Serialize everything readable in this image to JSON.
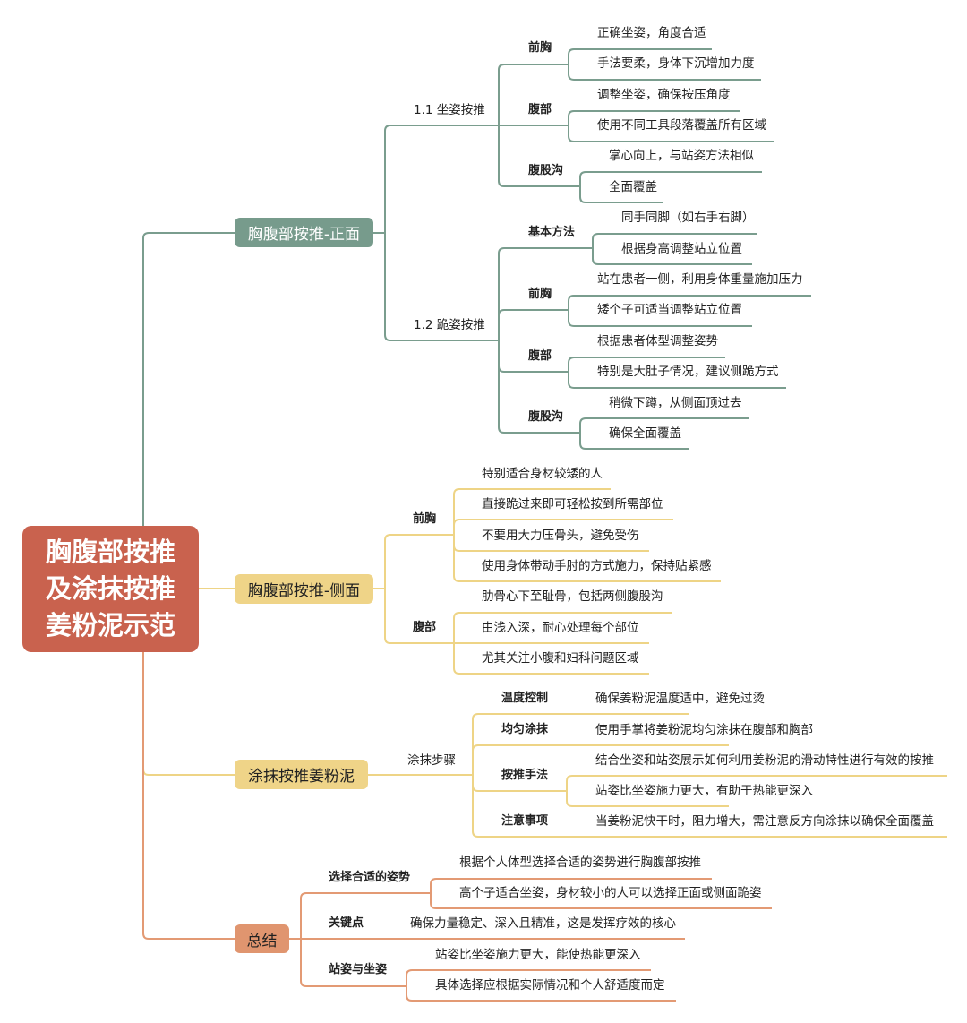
{
  "colors": {
    "root": "#C9624E",
    "green": "#779B8C",
    "yellow": "#EFD488",
    "orange": "#E0956F"
  },
  "root": {
    "lines": [
      "胸腹部按推",
      "及涂抹按推",
      "姜粉泥示范"
    ]
  },
  "branches": [
    {
      "label": "胸腹部按推-正面",
      "children": [
        {
          "label": "1.1 坐姿按推",
          "children": [
            {
              "label": "前胸",
              "items": [
                "正确坐姿，角度合适",
                "手法要柔，身体下沉增加力度"
              ]
            },
            {
              "label": "腹部",
              "items": [
                "调整坐姿，确保按压角度",
                "使用不同工具段落覆盖所有区域"
              ]
            },
            {
              "label": "腹股沟",
              "items": [
                "掌心向上，与站姿方法相似",
                "全面覆盖"
              ]
            }
          ]
        },
        {
          "label": "1.2 跪姿按推",
          "children": [
            {
              "label": "基本方法",
              "items": [
                "同手同脚（如右手右脚）",
                "根据身高调整站立位置"
              ]
            },
            {
              "label": "前胸",
              "items": [
                "站在患者一侧，利用身体重量施加压力",
                "矮个子可适当调整站立位置"
              ]
            },
            {
              "label": "腹部",
              "items": [
                "根据患者体型调整姿势",
                "特别是大肚子情况，建议侧跪方式"
              ]
            },
            {
              "label": "腹股沟",
              "items": [
                "稍微下蹲，从侧面顶过去",
                "确保全面覆盖"
              ]
            }
          ]
        }
      ]
    },
    {
      "label": "胸腹部按推-侧面",
      "children": [
        {
          "label": "前胸",
          "items": [
            "特别适合身材较矮的人",
            "直接跪过来即可轻松按到所需部位",
            "不要用大力压骨头，避免受伤",
            "使用身体带动手肘的方式施力，保持贴紧感"
          ]
        },
        {
          "label": "腹部",
          "items": [
            "肋骨心下至耻骨，包括两侧腹股沟",
            "由浅入深，耐心处理每个部位",
            "尤其关注小腹和妇科问题区域"
          ]
        }
      ]
    },
    {
      "label": "涂抹按推姜粉泥",
      "children": [
        {
          "label": "涂抹步骤",
          "children": [
            {
              "label": "温度控制",
              "items": [
                "确保姜粉泥温度适中，避免过烫"
              ]
            },
            {
              "label": "均匀涂抹",
              "items": [
                "使用手掌将姜粉泥均匀涂抹在腹部和胸部"
              ]
            },
            {
              "label": "按推手法",
              "items": [
                "结合坐姿和站姿展示如何利用姜粉泥的滑动特性进行有效的按推",
                "站姿比坐姿施力更大，有助于热能更深入"
              ]
            },
            {
              "label": "注意事项",
              "items": [
                "当姜粉泥快干时，阻力增大，需注意反方向涂抹以确保全面覆盖"
              ]
            }
          ]
        }
      ]
    },
    {
      "label": "总结",
      "children": [
        {
          "label": "选择合适的姿势",
          "items": [
            "根据个人体型选择合适的姿势进行胸腹部按推",
            "高个子适合坐姿，身材较小的人可以选择正面或侧面跪姿"
          ]
        },
        {
          "label": "关键点",
          "items": [
            "确保力量稳定、深入且精准，这是发挥疗效的核心"
          ]
        },
        {
          "label": "站姿与坐姿",
          "items": [
            "站姿比坐姿施力更大，能使热能更深入",
            "具体选择应根据实际情况和个人舒适度而定"
          ]
        }
      ]
    }
  ]
}
